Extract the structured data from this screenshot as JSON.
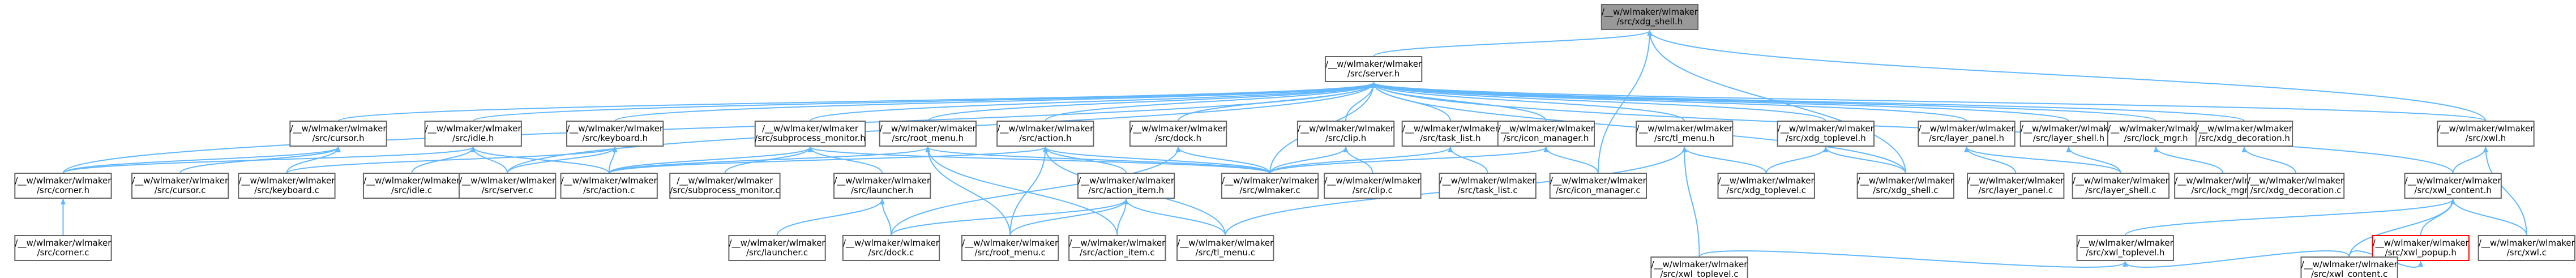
{
  "graph": {
    "root": "wl_root",
    "colors": {
      "edge": "#63b8ff",
      "node_border": "#666666",
      "root_fill": "#999999",
      "missing_border": "#ff0000"
    },
    "nodes": [
      {
        "id": "wl_root",
        "lines": [
          "/__w/wlmaker/wlmaker",
          "/src/xdg_shell.h"
        ],
        "style": "root"
      },
      {
        "id": "server_h",
        "lines": [
          "/__w/wlmaker/wlmaker",
          "/src/server.h"
        ]
      },
      {
        "id": "cursor_h",
        "lines": [
          "/__w/wlmaker/wlmaker",
          "/src/cursor.h"
        ]
      },
      {
        "id": "idle_h",
        "lines": [
          "/__w/wlmaker/wlmaker",
          "/src/idle.h"
        ]
      },
      {
        "id": "keyboard_h",
        "lines": [
          "/__w/wlmaker/wlmaker",
          "/src/keyboard.h"
        ]
      },
      {
        "id": "subproc_h",
        "lines": [
          "/__w/wlmaker/wlmaker",
          "/src/subprocess_monitor.h"
        ]
      },
      {
        "id": "rootmenu_h",
        "lines": [
          "/__w/wlmaker/wlmaker",
          "/src/root_menu.h"
        ]
      },
      {
        "id": "action_h",
        "lines": [
          "/__w/wlmaker/wlmaker",
          "/src/action.h"
        ]
      },
      {
        "id": "dock_h",
        "lines": [
          "/__w/wlmaker/wlmaker",
          "/src/dock.h"
        ]
      },
      {
        "id": "clip_h",
        "lines": [
          "/__w/wlmaker/wlmaker",
          "/src/clip.h"
        ]
      },
      {
        "id": "tasklist_h",
        "lines": [
          "/__w/wlmaker/wlmaker",
          "/src/task_list.h"
        ]
      },
      {
        "id": "iconmgr_h",
        "lines": [
          "/__w/wlmaker/wlmaker",
          "/src/icon_manager.h"
        ]
      },
      {
        "id": "tlmenu_h",
        "lines": [
          "/__w/wlmaker/wlmaker",
          "/src/tl_menu.h"
        ]
      },
      {
        "id": "xdgtop_h",
        "lines": [
          "/__w/wlmaker/wlmaker",
          "/src/xdg_toplevel.h"
        ]
      },
      {
        "id": "layerp_h",
        "lines": [
          "/__w/wlmaker/wlmaker",
          "/src/layer_panel.h"
        ]
      },
      {
        "id": "layers_h",
        "lines": [
          "/__w/wlmaker/wlmaker",
          "/src/layer_shell.h"
        ]
      },
      {
        "id": "lockmgr_h",
        "lines": [
          "/__w/wlmaker/wlmaker",
          "/src/lock_mgr.h"
        ]
      },
      {
        "id": "xdgdeco_h",
        "lines": [
          "/__w/wlmaker/wlmaker",
          "/src/xdg_decoration.h"
        ]
      },
      {
        "id": "xwl_h",
        "lines": [
          "/__w/wlmaker/wlmaker",
          "/src/xwl.h"
        ]
      },
      {
        "id": "corner_h",
        "lines": [
          "/__w/wlmaker/wlmaker",
          "/src/corner.h"
        ]
      },
      {
        "id": "cursor_c",
        "lines": [
          "/__w/wlmaker/wlmaker",
          "/src/cursor.c"
        ]
      },
      {
        "id": "keyboard_c",
        "lines": [
          "/__w/wlmaker/wlmaker",
          "/src/keyboard.c"
        ]
      },
      {
        "id": "idle_c",
        "lines": [
          "/__w/wlmaker/wlmaker",
          "/src/idle.c"
        ]
      },
      {
        "id": "server_c",
        "lines": [
          "/__w/wlmaker/wlmaker",
          "/src/server.c"
        ]
      },
      {
        "id": "action_c",
        "lines": [
          "/__w/wlmaker/wlmaker",
          "/src/action.c"
        ]
      },
      {
        "id": "subproc_c",
        "lines": [
          "/__w/wlmaker/wlmaker",
          "/src/subprocess_monitor.c"
        ]
      },
      {
        "id": "wlmaker_c",
        "lines": [
          "/__w/wlmaker/wlmaker",
          "/src/wlmaker.c"
        ]
      },
      {
        "id": "clip_c",
        "lines": [
          "/__w/wlmaker/wlmaker",
          "/src/clip.c"
        ]
      },
      {
        "id": "tasklist_c",
        "lines": [
          "/__w/wlmaker/wlmaker",
          "/src/task_list.c"
        ]
      },
      {
        "id": "iconmgr_c",
        "lines": [
          "/__w/wlmaker/wlmaker",
          "/src/icon_manager.c"
        ]
      },
      {
        "id": "xdgtop_c",
        "lines": [
          "/__w/wlmaker/wlmaker",
          "/src/xdg_toplevel.c"
        ]
      },
      {
        "id": "xdgshell_c",
        "lines": [
          "/__w/wlmaker/wlmaker",
          "/src/xdg_shell.c"
        ]
      },
      {
        "id": "layerp_c",
        "lines": [
          "/__w/wlmaker/wlmaker",
          "/src/layer_panel.c"
        ]
      },
      {
        "id": "layers_c",
        "lines": [
          "/__w/wlmaker/wlmaker",
          "/src/layer_shell.c"
        ]
      },
      {
        "id": "lockmgr_c",
        "lines": [
          "/__w/wlmaker/wlmaker",
          "/src/lock_mgr.c"
        ]
      },
      {
        "id": "xdgdeco_c",
        "lines": [
          "/__w/wlmaker/wlmaker",
          "/src/xdg_decoration.c"
        ]
      },
      {
        "id": "xwlcontent_h",
        "lines": [
          "/__w/wlmaker/wlmaker",
          "/src/xwl_content.h"
        ]
      },
      {
        "id": "launcher_h",
        "lines": [
          "/__w/wlmaker/wlmaker",
          "/src/launcher.h"
        ]
      },
      {
        "id": "actionitem_h",
        "lines": [
          "/__w/wlmaker/wlmaker",
          "/src/action_item.h"
        ]
      },
      {
        "id": "corner_c",
        "lines": [
          "/__w/wlmaker/wlmaker",
          "/src/corner.c"
        ]
      },
      {
        "id": "launcher_c",
        "lines": [
          "/__w/wlmaker/wlmaker",
          "/src/launcher.c"
        ]
      },
      {
        "id": "dock_c",
        "lines": [
          "/__w/wlmaker/wlmaker",
          "/src/dock.c"
        ]
      },
      {
        "id": "rootmenu_c",
        "lines": [
          "/__w/wlmaker/wlmaker",
          "/src/root_menu.c"
        ]
      },
      {
        "id": "actionitem_c",
        "lines": [
          "/__w/wlmaker/wlmaker",
          "/src/action_item.c"
        ]
      },
      {
        "id": "tlmenu_c",
        "lines": [
          "/__w/wlmaker/wlmaker",
          "/src/tl_menu.c"
        ]
      },
      {
        "id": "xwltop_h",
        "lines": [
          "/__w/wlmaker/wlmaker",
          "/src/xwl_toplevel.h"
        ]
      },
      {
        "id": "xwlpopup_h",
        "lines": [
          "/__w/wlmaker/wlmaker",
          "/src/xwl_popup.h"
        ],
        "style": "missing"
      },
      {
        "id": "xwl_c",
        "lines": [
          "/__w/wlmaker/wlmaker",
          "/src/xwl.c"
        ]
      },
      {
        "id": "xwltop_c",
        "lines": [
          "/__w/wlmaker/wlmaker",
          "/src/xwl_toplevel.c"
        ]
      },
      {
        "id": "xwlcontent_c",
        "lines": [
          "/__w/wlmaker/wlmaker",
          "/src/xwl_content.c"
        ]
      }
    ],
    "edges": [
      [
        "wl_root",
        "server_h"
      ],
      [
        "wl_root",
        "iconmgr_c"
      ],
      [
        "wl_root",
        "xdgshell_c"
      ],
      [
        "wl_root",
        "xwl_h"
      ],
      [
        "server_h",
        "cursor_h"
      ],
      [
        "server_h",
        "idle_h"
      ],
      [
        "server_h",
        "keyboard_h"
      ],
      [
        "server_h",
        "subproc_h"
      ],
      [
        "server_h",
        "rootmenu_h"
      ],
      [
        "server_h",
        "action_h"
      ],
      [
        "server_h",
        "dock_h"
      ],
      [
        "server_h",
        "clip_h"
      ],
      [
        "server_h",
        "tasklist_h"
      ],
      [
        "server_h",
        "iconmgr_h"
      ],
      [
        "server_h",
        "tlmenu_h"
      ],
      [
        "server_h",
        "xdgtop_h"
      ],
      [
        "server_h",
        "layerp_h"
      ],
      [
        "server_h",
        "layers_h"
      ],
      [
        "server_h",
        "lockmgr_h"
      ],
      [
        "server_h",
        "xdgdeco_h"
      ],
      [
        "server_h",
        "xwl_h"
      ],
      [
        "server_h",
        "corner_h"
      ],
      [
        "server_h",
        "server_c"
      ],
      [
        "server_h",
        "wlmaker_c"
      ],
      [
        "server_h",
        "xdgshell_c"
      ],
      [
        "server_h",
        "xwlcontent_h"
      ],
      [
        "cursor_h",
        "corner_h"
      ],
      [
        "cursor_h",
        "cursor_c"
      ],
      [
        "cursor_h",
        "keyboard_c"
      ],
      [
        "idle_h",
        "corner_h"
      ],
      [
        "idle_h",
        "idle_c"
      ],
      [
        "idle_h",
        "server_c"
      ],
      [
        "idle_h",
        "action_c"
      ],
      [
        "keyboard_h",
        "keyboard_c"
      ],
      [
        "keyboard_h",
        "server_c"
      ],
      [
        "keyboard_h",
        "action_c"
      ],
      [
        "subproc_h",
        "action_c"
      ],
      [
        "subproc_h",
        "subproc_c"
      ],
      [
        "subproc_h",
        "wlmaker_c"
      ],
      [
        "subproc_h",
        "launcher_h"
      ],
      [
        "rootmenu_h",
        "action_c"
      ],
      [
        "rootmenu_h",
        "wlmaker_c"
      ],
      [
        "rootmenu_h",
        "rootmenu_c"
      ],
      [
        "rootmenu_h",
        "actionitem_c"
      ],
      [
        "action_h",
        "action_c"
      ],
      [
        "action_h",
        "wlmaker_c"
      ],
      [
        "action_h",
        "actionitem_h"
      ],
      [
        "action_h",
        "rootmenu_c"
      ],
      [
        "action_h",
        "tlmenu_c"
      ],
      [
        "dock_h",
        "wlmaker_c"
      ],
      [
        "dock_h",
        "dock_c"
      ],
      [
        "clip_h",
        "wlmaker_c"
      ],
      [
        "clip_h",
        "clip_c"
      ],
      [
        "tasklist_h",
        "wlmaker_c"
      ],
      [
        "tasklist_h",
        "tasklist_c"
      ],
      [
        "iconmgr_h",
        "wlmaker_c"
      ],
      [
        "iconmgr_h",
        "iconmgr_c"
      ],
      [
        "tlmenu_h",
        "xdgtop_c"
      ],
      [
        "tlmenu_h",
        "tlmenu_c"
      ],
      [
        "tlmenu_h",
        "xwltop_c"
      ],
      [
        "xdgtop_h",
        "xdgtop_c"
      ],
      [
        "xdgtop_h",
        "xdgshell_c"
      ],
      [
        "layerp_h",
        "layerp_c"
      ],
      [
        "layerp_h",
        "layers_c"
      ],
      [
        "layers_h",
        "layers_c"
      ],
      [
        "lockmgr_h",
        "lockmgr_c"
      ],
      [
        "xdgdeco_h",
        "xdgdeco_c"
      ],
      [
        "xwl_h",
        "xwl_c"
      ],
      [
        "xwl_h",
        "xwlcontent_h"
      ],
      [
        "xwlcontent_h",
        "xwl_c"
      ],
      [
        "xwlcontent_h",
        "xwltop_h"
      ],
      [
        "xwlcontent_h",
        "xwlpopup_h"
      ],
      [
        "xwlcontent_h",
        "xwlcontent_c"
      ],
      [
        "xwltop_h",
        "xwltop_c"
      ],
      [
        "xwltop_h",
        "xwlcontent_c"
      ],
      [
        "xwlpopup_h",
        "xwlcontent_c"
      ],
      [
        "corner_h",
        "corner_c"
      ],
      [
        "launcher_h",
        "launcher_c"
      ],
      [
        "launcher_h",
        "dock_c"
      ],
      [
        "actionitem_h",
        "dock_c"
      ],
      [
        "actionitem_h",
        "rootmenu_c"
      ],
      [
        "actionitem_h",
        "actionitem_c"
      ],
      [
        "actionitem_h",
        "tlmenu_c"
      ]
    ]
  }
}
